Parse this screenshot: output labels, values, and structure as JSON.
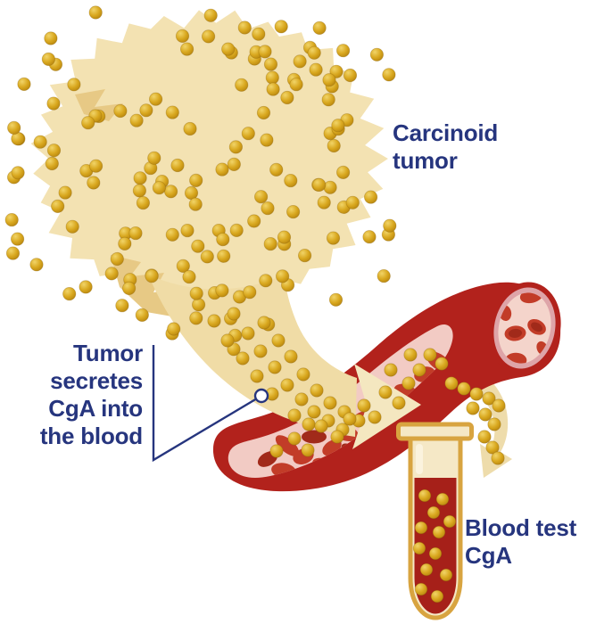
{
  "title": "Carcinoid tumor CgA blood test diagram",
  "labels": {
    "carcinoid_tumor": {
      "lines": [
        "Carcinoid",
        "tumor"
      ]
    },
    "tumor_secretes": {
      "lines": [
        "Tumor",
        "secretes",
        "CgA into",
        "the blood"
      ]
    },
    "blood_test": {
      "lines": [
        "Blood test",
        "CgA"
      ]
    }
  },
  "colors": {
    "background": "#ffffff",
    "label-text": "#26357e",
    "leader-line": "#26357e",
    "tumor-fill": "#f3e2b2",
    "tumor-shade": "#e7c985",
    "stalk-fill": "#f0dca6",
    "arrow-fill": "#eedcab",
    "arrowhead-fill": "#f4e7c0",
    "cga-dot": "#d9a81f",
    "cga-dot-light": "#f1d468",
    "cga-dot-dark": "#b5830e",
    "vessel-wall": "#b2221c",
    "vessel-lumen": "#f2cbc4",
    "vessel-ring": "#dea4a8",
    "vessel-inner": "#f4d4cb",
    "blood-cell": "#c23c28",
    "blood-cell-dark": "#a12a1a",
    "tube-border": "#d8a440",
    "tube-glass": "#f5e8c6",
    "tube-blood": "#a62019"
  }
}
